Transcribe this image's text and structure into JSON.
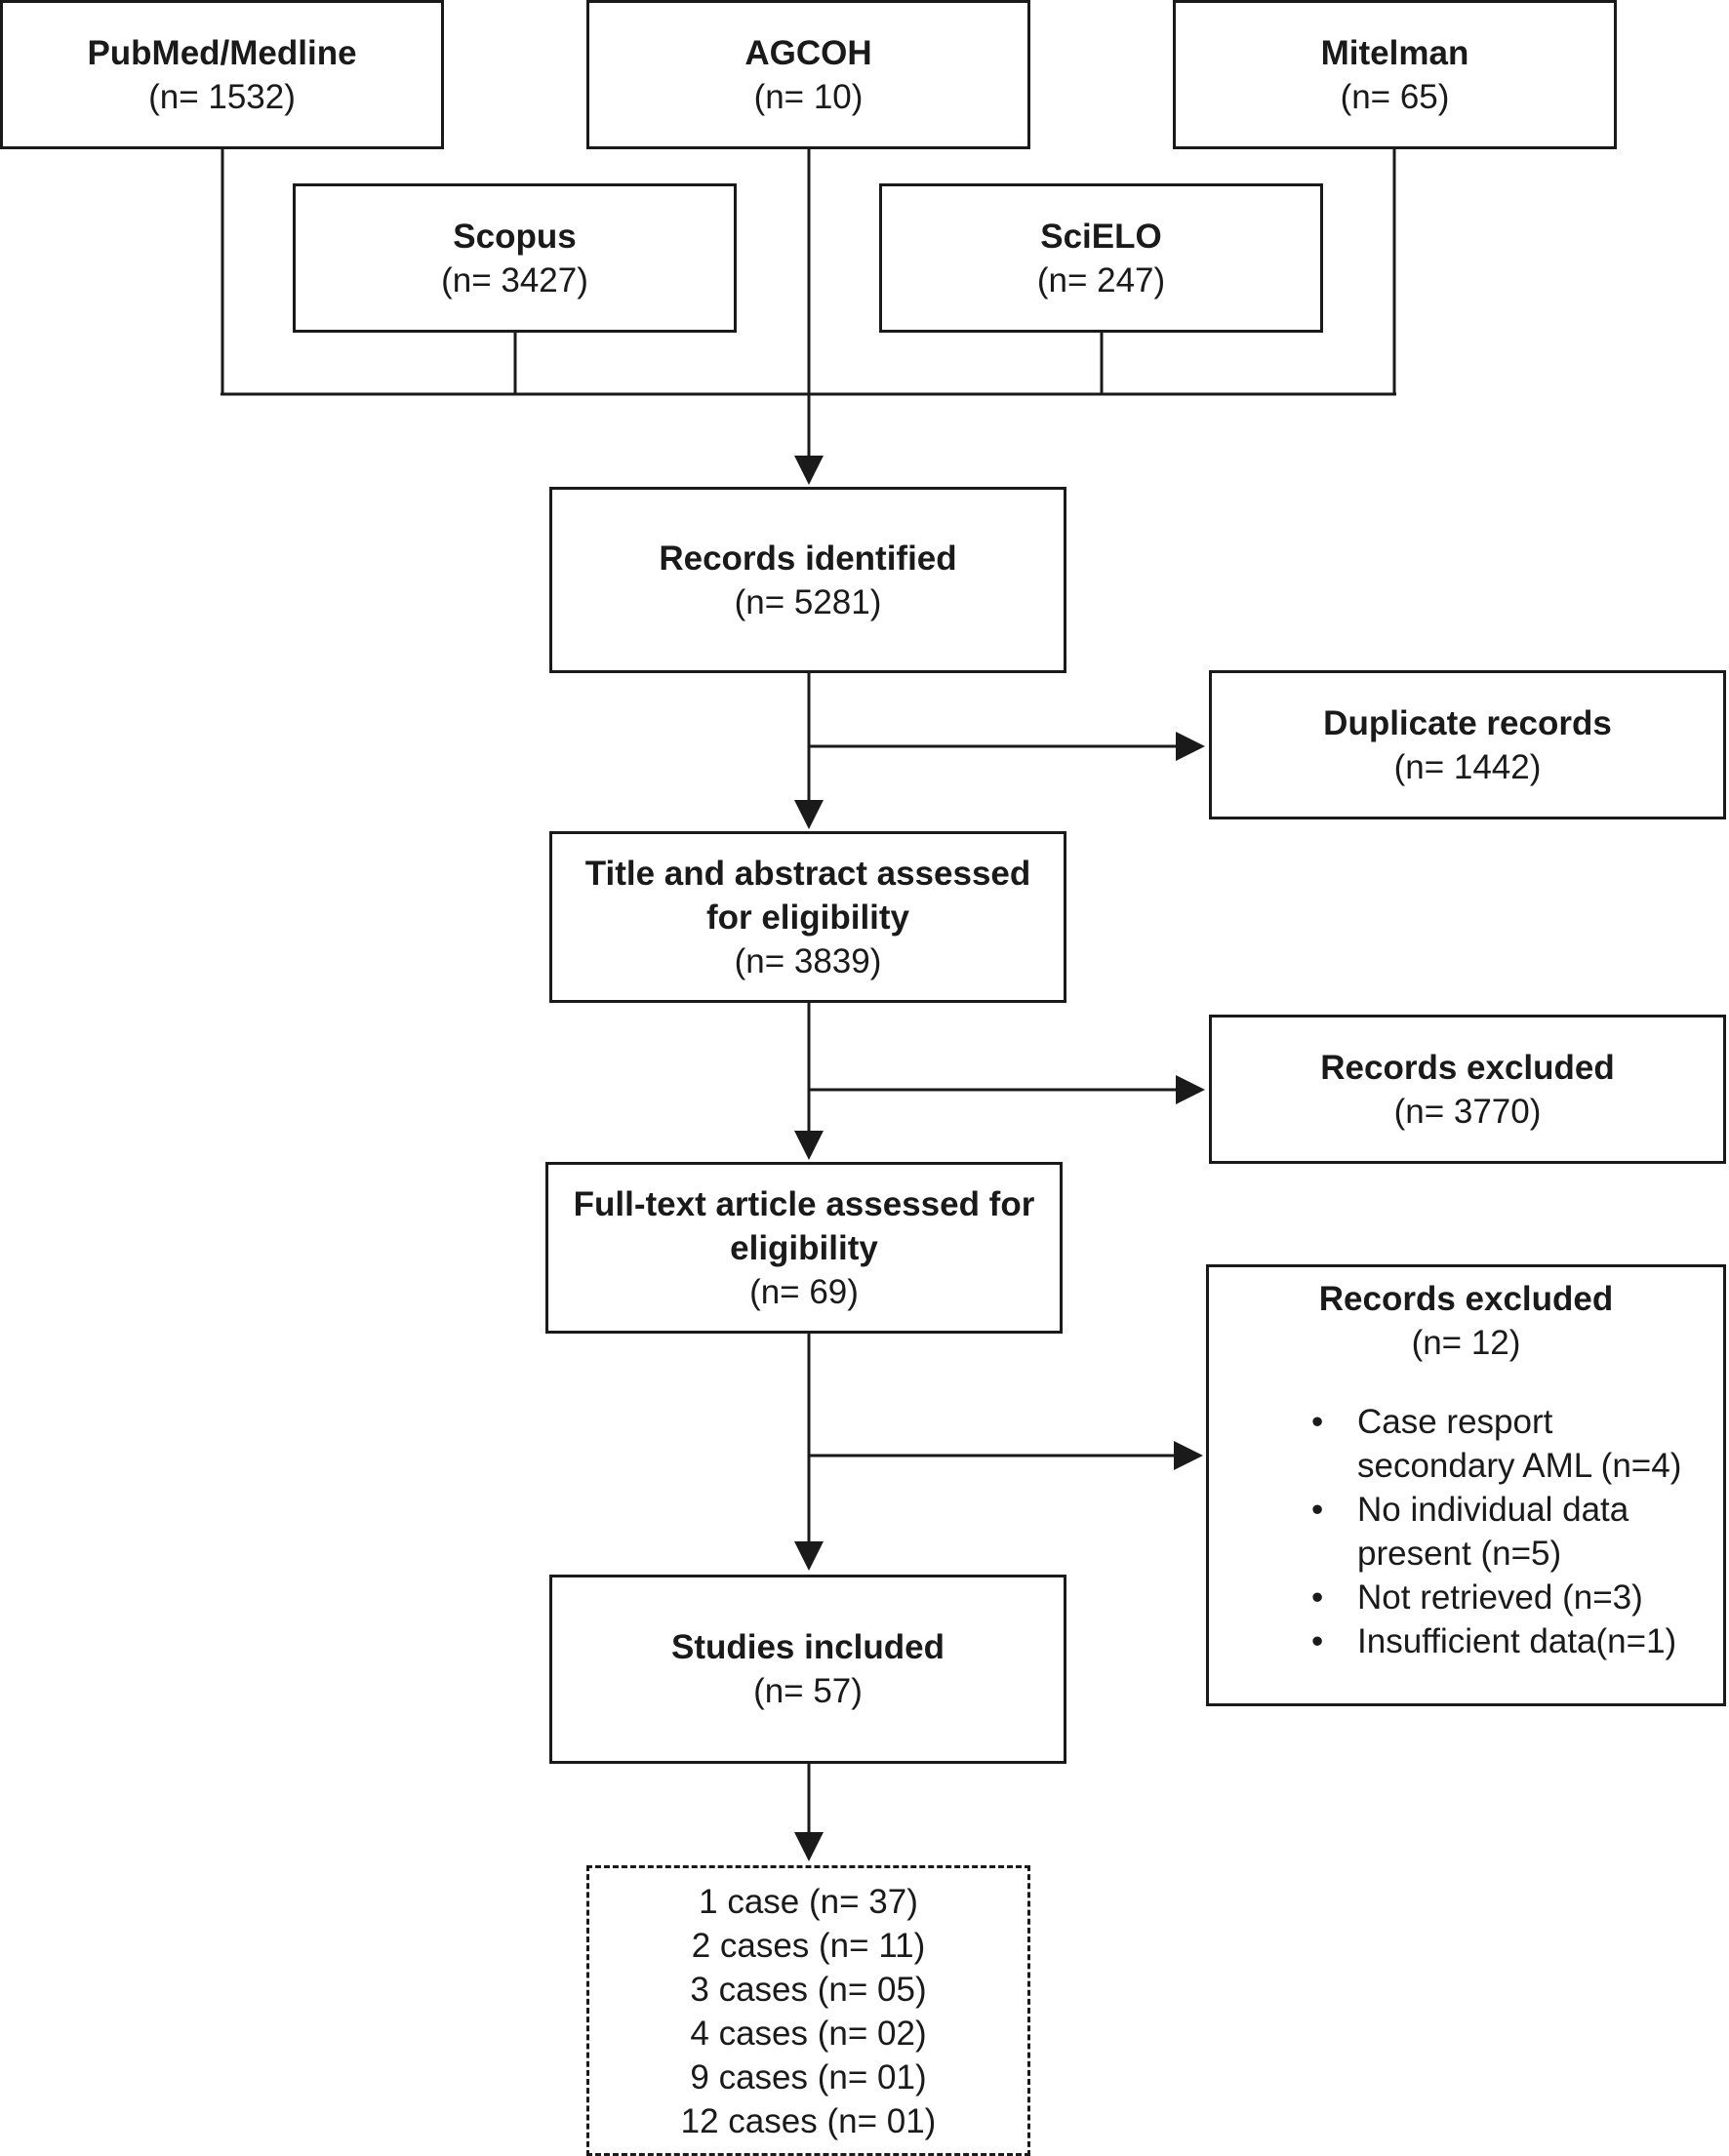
{
  "sources": {
    "pubmed": {
      "title": "PubMed/Medline",
      "count": "(n= 1532)"
    },
    "agcoh": {
      "title": "AGCOH",
      "count": "(n= 10)"
    },
    "mitelman": {
      "title": "Mitelman",
      "count": "(n= 65)"
    },
    "scopus": {
      "title": "Scopus",
      "count": "(n= 3427)"
    },
    "scielo": {
      "title": "SciELO",
      "count": "(n= 247)"
    }
  },
  "records_identified": {
    "title": "Records identified",
    "count": "(n= 5281)"
  },
  "duplicates": {
    "title": "Duplicate records",
    "count": "(n= 1442)"
  },
  "title_abstract": {
    "title_line1": "Title and abstract assessed",
    "title_line2": "for eligibility",
    "count": "(n= 3839)"
  },
  "excluded_1": {
    "title": "Records excluded",
    "count": "(n= 3770)"
  },
  "full_text": {
    "title_line1": "Full-text article assessed for",
    "title_line2": "eligibility",
    "count": "(n= 69)"
  },
  "excluded_2": {
    "title": "Records excluded",
    "count": "(n= 12)",
    "reasons": [
      "Case resport secondary AML (n=4)",
      "No individual data present (n=5)",
      "Not retrieved (n=3)",
      "Insufficient data(n=1)"
    ]
  },
  "studies_included": {
    "title": "Studies included",
    "count": "(n= 57)"
  },
  "case_breakdown": [
    "1 case (n= 37)",
    "2 cases (n= 11)",
    "3 cases (n= 05)",
    "4 cases (n= 02)",
    "9 cases (n= 01)",
    "12 cases (n= 01)"
  ]
}
